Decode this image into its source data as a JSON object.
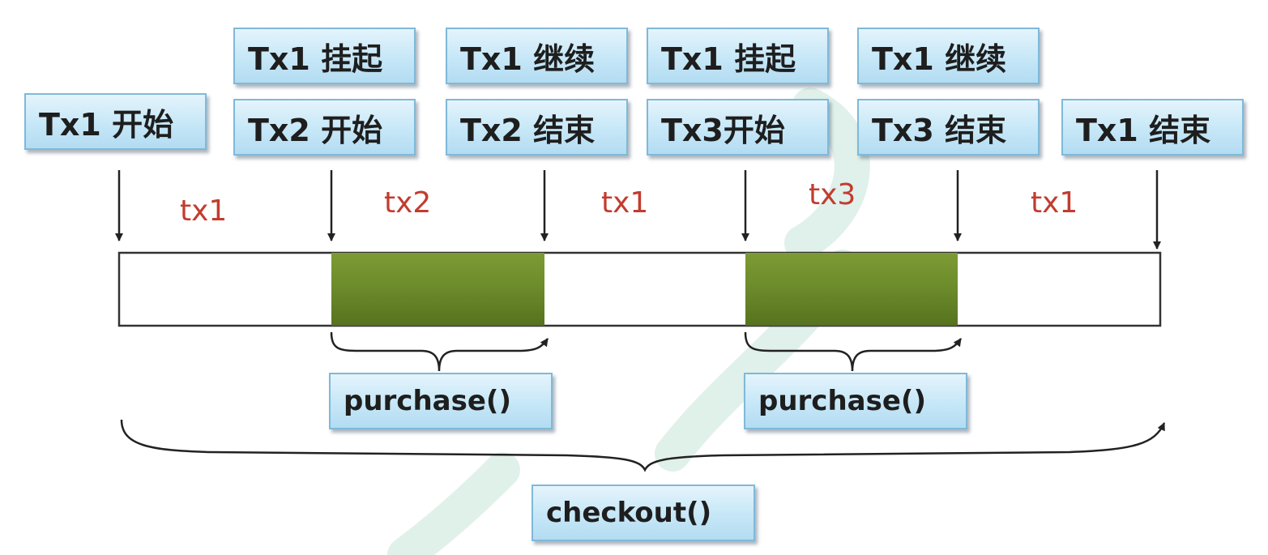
{
  "events": {
    "tx1_start": "Tx1 开始",
    "tx1_suspend_1": "Tx1 挂起",
    "tx2_start": "Tx2 开始",
    "tx1_resume_1": "Tx1 继续",
    "tx2_end": "Tx2 结束",
    "tx1_suspend_2": "Tx1 挂起",
    "tx3_start": "Tx3开始",
    "tx1_resume_2": "Tx1 继续",
    "tx3_end": "Tx3 结束",
    "tx1_end": "Tx1 结束"
  },
  "segments": [
    "tx1",
    "tx2",
    "tx1",
    "tx3",
    "tx1"
  ],
  "methods": {
    "purchase_1": "purchase()",
    "purchase_2": "purchase()",
    "checkout": "checkout()"
  },
  "colors": {
    "active_segment": "#6b8a2a",
    "segment_label": "#c23c2f",
    "label_box": "#c6e7f7",
    "label_border": "#7fb9d9"
  }
}
